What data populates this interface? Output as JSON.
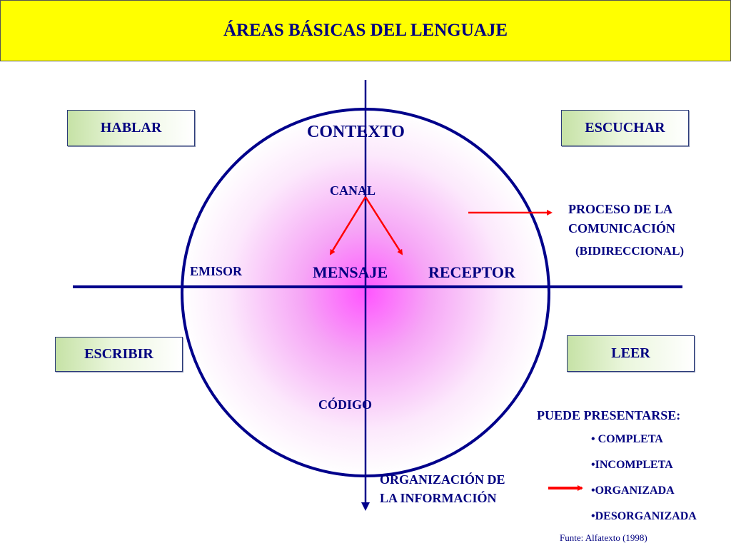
{
  "title": "ÁREAS BÁSICAS DEL LENGUAJE",
  "boxes": {
    "hablar": "HABLAR",
    "escuchar": "ESCUCHAR",
    "escribir": "ESCRIBIR",
    "leer": "LEER"
  },
  "circle_labels": {
    "contexto": "CONTEXTO",
    "canal": "CANAL",
    "emisor": "EMISOR",
    "mensaje": "MENSAJE",
    "receptor": "RECEPTOR",
    "codigo": "CÓDIGO"
  },
  "process": {
    "line1": "PROCESO DE LA",
    "line2": "COMUNICACIÓN",
    "line3": "(BIDIRECCIONAL)"
  },
  "organization": {
    "line1": "ORGANIZACIÓN DE",
    "line2": "LA INFORMACIÓN"
  },
  "presentation": {
    "heading": "PUEDE PRESENTARSE:",
    "items": [
      "• COMPLETA",
      "•INCOMPLETA",
      "•ORGANIZADA",
      "•DESORGANIZADA"
    ]
  },
  "source": "Funte: Alfatexto  (1998)",
  "colors": {
    "navy": "#000080",
    "arrow_red": "#ff0000",
    "title_bg": "#ffff00",
    "glow": "#ff55ff"
  }
}
